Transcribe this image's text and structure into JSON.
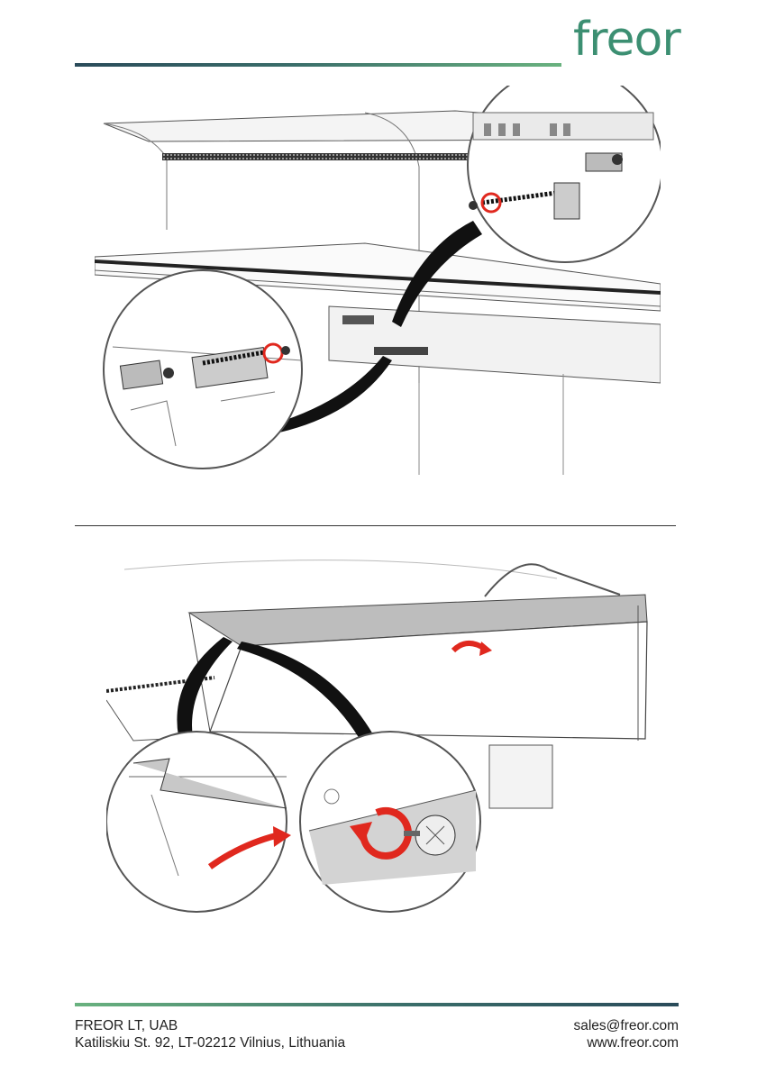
{
  "header": {
    "logo_text": "freor"
  },
  "footer": {
    "company": "FREOR LT, UAB",
    "address": "Katiliskiu St. 92, LT-02212 Vilnius, Lithuania",
    "email": "sales@freor.com",
    "website": "www.freor.com"
  },
  "colors": {
    "brand_green": "#3c8f72",
    "accent_red": "#e0281e"
  },
  "figures": [
    {
      "name": "display-case-rail-screw-detail"
    },
    {
      "name": "display-case-front-panel-detail"
    }
  ]
}
